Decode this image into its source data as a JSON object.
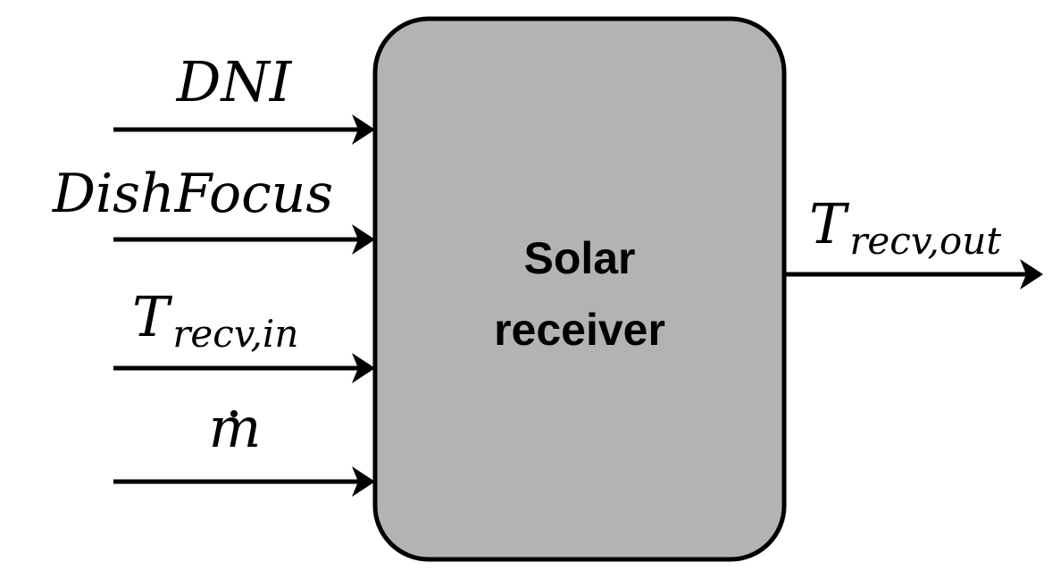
{
  "block": {
    "line1": "Solar",
    "line2": "receiver",
    "fill_color": "#b3b3b3",
    "stroke_color": "#000000"
  },
  "inputs": [
    {
      "id": "dni",
      "main": "DNI",
      "sub": ""
    },
    {
      "id": "dish-focus",
      "main": "DishFocus",
      "sub": ""
    },
    {
      "id": "t-recv-in",
      "main": "T",
      "sub": "recv,in"
    },
    {
      "id": "m-dot",
      "main": "m",
      "sub": "",
      "accent": "˙"
    }
  ],
  "output": {
    "main": "T",
    "sub": "recv,out"
  }
}
